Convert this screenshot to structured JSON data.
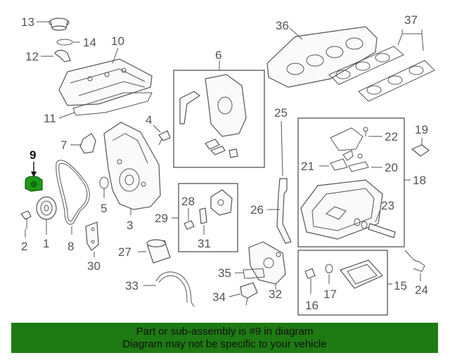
{
  "callouts": {
    "c1": "1",
    "c2": "2",
    "c3": "3",
    "c4": "4",
    "c5": "5",
    "c6": "6",
    "c7": "7",
    "c8": "8",
    "c9": "9",
    "c10": "10",
    "c11": "11",
    "c12": "12",
    "c13": "13",
    "c14": "14",
    "c15": "15",
    "c16": "16",
    "c17": "17",
    "c18": "18",
    "c19": "19",
    "c20": "20",
    "c21": "21",
    "c22": "22",
    "c23": "23",
    "c24": "24",
    "c25": "25",
    "c26": "26",
    "c27": "27",
    "c28": "28",
    "c29": "29",
    "c30": "30",
    "c31": "31",
    "c32": "32",
    "c33": "33",
    "c34": "34",
    "c35": "35",
    "c36": "36",
    "c37": "37"
  },
  "highlight": {
    "part_number": "9",
    "color": "#1e9a16"
  },
  "banner": {
    "line1": "Part or sub-assembly is #9 in diagram",
    "line2": "Diagram may not be specific to your vehicle",
    "color": "#1e7a12"
  }
}
